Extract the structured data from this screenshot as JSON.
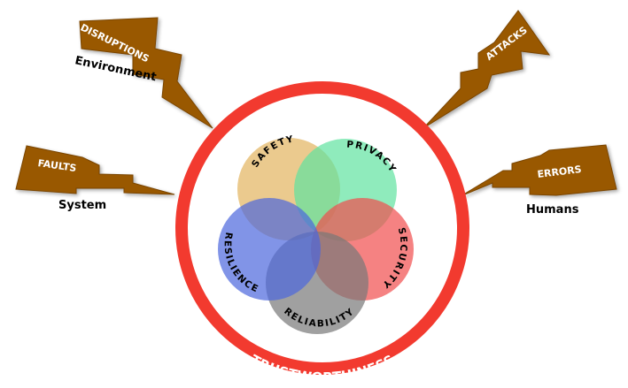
{
  "threats": [
    {
      "label": "DISRUPTIONS",
      "source": "Environment"
    },
    {
      "label": "ATTACKS",
      "source": ""
    },
    {
      "label": "FAULTS",
      "source": "System"
    },
    {
      "label": "ERRORS",
      "source": "Humans"
    }
  ],
  "properties": [
    {
      "label": "SAFETY",
      "color": "#e2b35e"
    },
    {
      "label": "PRIVACY",
      "color": "#5fe2a0"
    },
    {
      "label": "SECURITY",
      "color": "#f14d4d"
    },
    {
      "label": "RELIABILITY",
      "color": "#777777"
    },
    {
      "label": "RESILIENCE",
      "color": "#4b66dd"
    }
  ],
  "ring": {
    "label": "TRUSTWORTHINESS",
    "color": "#f23a2f"
  },
  "colors": {
    "bolt": "#995800",
    "bolt_edge": "#7a4500"
  }
}
